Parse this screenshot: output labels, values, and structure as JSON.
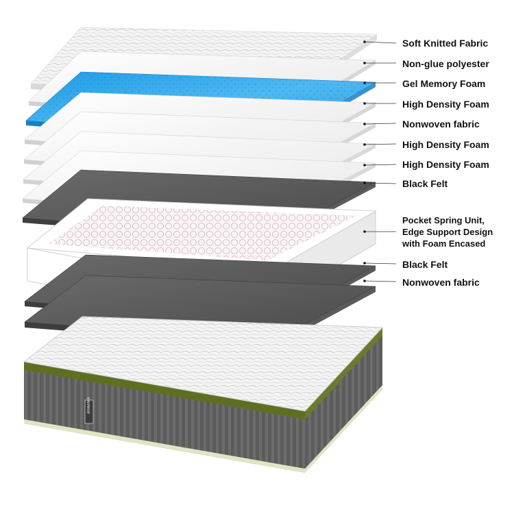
{
  "layers": [
    {
      "label": "Soft Knitted Fabric",
      "material": "quilted"
    },
    {
      "label": "Non-glue polyester",
      "material": "white"
    },
    {
      "label": "Gel Memory Foam",
      "material": "blue-gel"
    },
    {
      "label": "High Density Foam",
      "material": "white"
    },
    {
      "label": "Nonwoven fabric",
      "material": "white"
    },
    {
      "label": "High Density Foam",
      "material": "white"
    },
    {
      "label": "High Density Foam",
      "material": "white"
    },
    {
      "label": "Black Felt",
      "material": "grey"
    },
    {
      "label": "Pocket Spring Unit,\nEdge Support Design\nwith Foam Encased",
      "material": "spring-unit"
    },
    {
      "label": "Black Felt",
      "material": "grey"
    },
    {
      "label": "Nonwoven fabric",
      "material": "grey"
    }
  ],
  "mattress": {
    "brand": "ARAMAKA",
    "colors": {
      "top": "#f3f3f3",
      "band": "#6b7a2e",
      "side": "#5a5a5a",
      "gel": "#3aa5e8",
      "felt": "#5c5c5c"
    }
  }
}
